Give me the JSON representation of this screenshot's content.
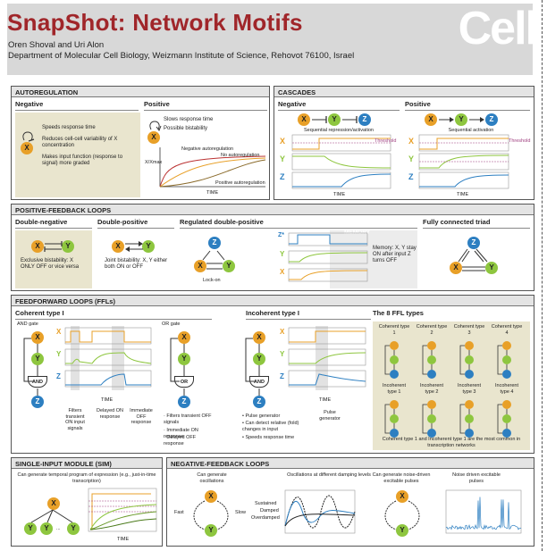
{
  "header": {
    "title": "SnapShot: Network Motifs",
    "authors": "Oren Shoval and Uri Alon",
    "department": "Department of Molecular Cell Biology, Weizmann Institute of Science, Rehovot 76100, Israel",
    "logo": "Cell"
  },
  "autoregulation": {
    "title": "AUTOREGULATION",
    "negative": "Negative",
    "positive": "Positive",
    "neg_points": [
      "Speeds response time",
      "Reduces cell-cell variability of X concentration",
      "Makes input function (response to signal) more graded"
    ],
    "pos_points": [
      "Slows response time",
      "Possible bistability"
    ],
    "plot": {
      "neg_label": "Negative autoregulation",
      "no_label": "No autoregulation",
      "pos_label": "Positive autoregulation",
      "ylabel": "X/Xmax",
      "xlabel": "TIME"
    }
  },
  "cascades": {
    "title": "CASCADES",
    "negative": "Negative",
    "positive": "Positive",
    "neg_caption": "Sequential repression/activation",
    "pos_caption": "Sequential activation",
    "threshold": "Threshold",
    "time": "TIME"
  },
  "pfl": {
    "title": "POSITIVE-FEEDBACK LOOPS",
    "double_negative": "Double-negative",
    "double_positive": "Double-positive",
    "regulated": "Regulated double-positive",
    "triad": "Fully connected triad",
    "dn_text": "Exclusive bistability: X ONLY OFF or vice versa",
    "dp_text": "Joint bistability: X, Y either both ON or OFF",
    "lockon": "Lock-on",
    "memory": "MEMORY",
    "memory_text": "Memory: X, Y stay ON after input Z turns OFF"
  },
  "ffl": {
    "title": "FEEDFORWARD LOOPS (FFLs)",
    "coherent1": "Coherent type I",
    "and_gate": "AND gate",
    "or_gate": "OR gate",
    "incoherent1": "Incoherent type I",
    "types_title": "The 8 FFL types",
    "and_label": "AND",
    "or_label": "OR",
    "time": "TIME",
    "and_notes": [
      "Filters transient ON input signals",
      "Delayed ON response",
      "Immediate OFF response"
    ],
    "or_notes": [
      "· Filters transient OFF signals",
      "· Immediate ON response",
      "· Delayed OFF response"
    ],
    "inc_notes": [
      "• Pulse generator",
      "• Can detect relative (fold) changes in input",
      "• Speeds response time"
    ],
    "pulse": "Pulse generator",
    "types": [
      "Coherent type 1",
      "Coherent type 2",
      "Coherent type 3",
      "Coherent type 4",
      "Incoherent type 1",
      "Incoherent type 2",
      "Incoherent type 3",
      "Incoherent type 4"
    ],
    "types_caption": "Coherent type 1 and Incoherent type 1 are the most common in transcription networks"
  },
  "sim": {
    "title": "SINGLE-INPUT MODULE (SIM)",
    "caption": "Can generate temporal program of expression (e.g., just-in-time transcription)",
    "dots": "...",
    "time": "TIME"
  },
  "nfl": {
    "title": "NEGATIVE-FEEDBACK LOOPS",
    "c1": "Can generate oscillations",
    "c2": "Oscillations at different damping levels",
    "c3": "Can generate noise-driven excitable pulses",
    "c4": "Noise driven excitable pulses",
    "fast": "Fast",
    "slow": "Slow",
    "sustained": "Sustained",
    "damped": "Damped",
    "overdamped": "Overdamped"
  },
  "nodes": {
    "x": "X",
    "y": "Y",
    "z": "Z",
    "zstar": "Z*"
  },
  "colors": {
    "title_red": "#a0262a",
    "x": "#e8a028",
    "y": "#8ec63f",
    "z": "#2d7fc1"
  }
}
